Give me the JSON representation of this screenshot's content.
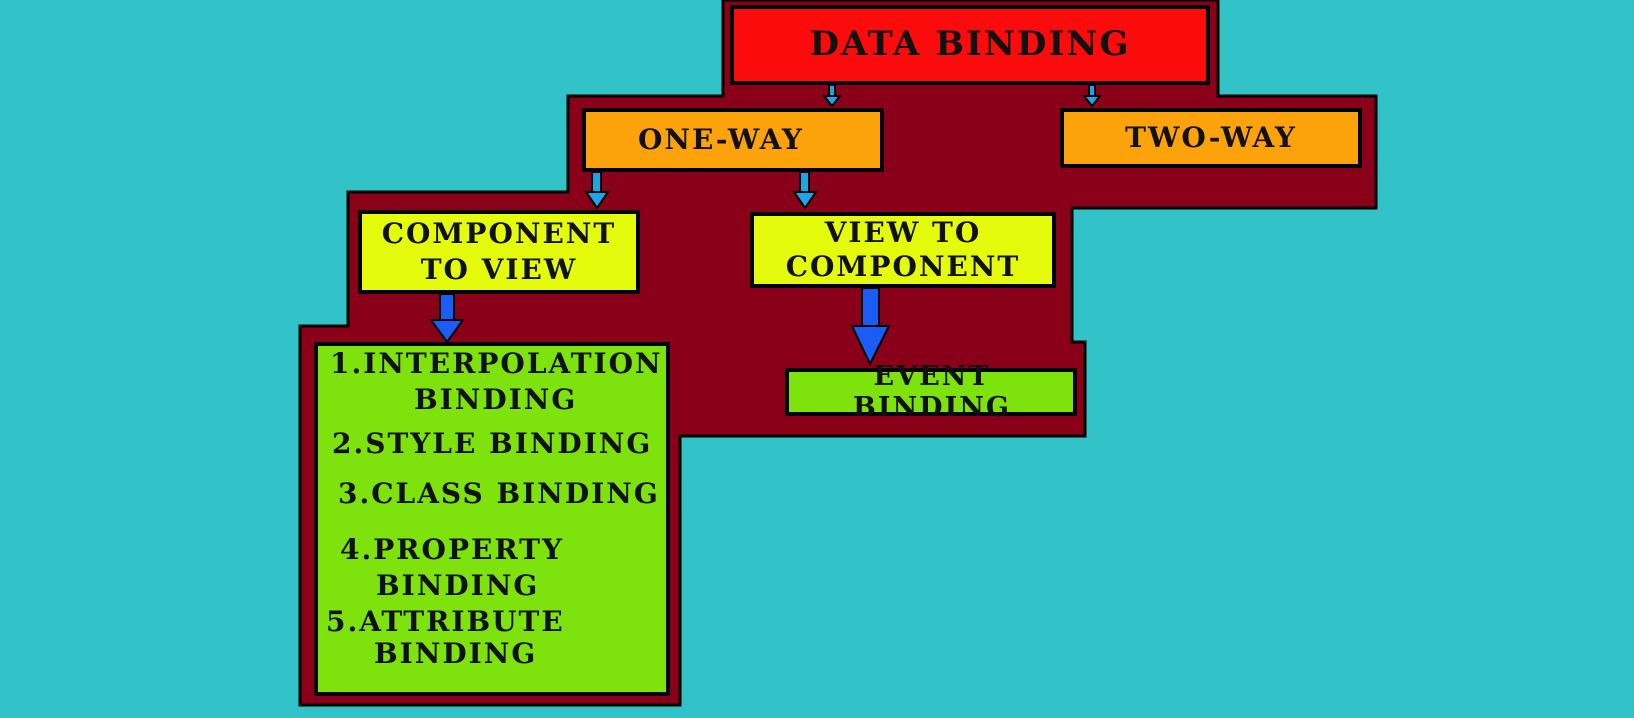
{
  "colors": {
    "background": "#31c3c8",
    "panel": "#8a0018",
    "root_box": "#fb0b0b",
    "level1_box": "#fca30c",
    "level2_box": "#e4fc0c",
    "level3_box": "#7ee20c",
    "arrow_thin": "#19a7e8",
    "arrow_big": "#1a5cf6"
  },
  "diagram": {
    "root": "DATA BINDING",
    "one_way": "ONE-WAY",
    "two_way": "TWO-WAY",
    "component_to_view": {
      "line1": "COMPONENT",
      "line2": "TO VIEW"
    },
    "view_to_component": {
      "line1": "VIEW TO",
      "line2": "COMPONENT"
    },
    "event_binding": "EVENT BINDING",
    "list": {
      "item1": {
        "line1": "1.INTERPOLATION",
        "line2": "BINDING"
      },
      "item2": "2.STYLE BINDING",
      "item3": "3.CLASS BINDING",
      "item4": {
        "line1": "4.PROPERTY",
        "line2": "BINDING"
      },
      "item5": {
        "line1": "5.ATTRIBUTE",
        "line2": "BINDING"
      }
    }
  }
}
